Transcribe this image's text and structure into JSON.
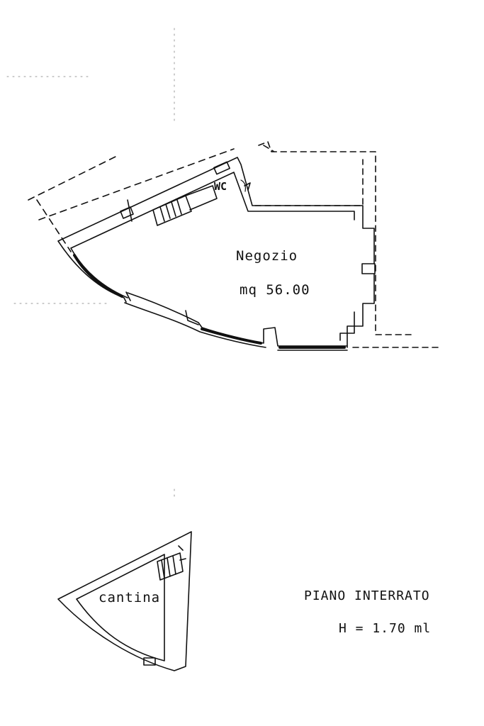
{
  "labels": {
    "shop": "Negozio",
    "shop_area": "mq 56.00",
    "wc": "WC",
    "cellar": "cantina",
    "floor_title": "PIANO INTERRATO",
    "floor_height": "H = 1.70 ml"
  },
  "colors": {
    "ink": "#111111",
    "background": "#ffffff"
  }
}
